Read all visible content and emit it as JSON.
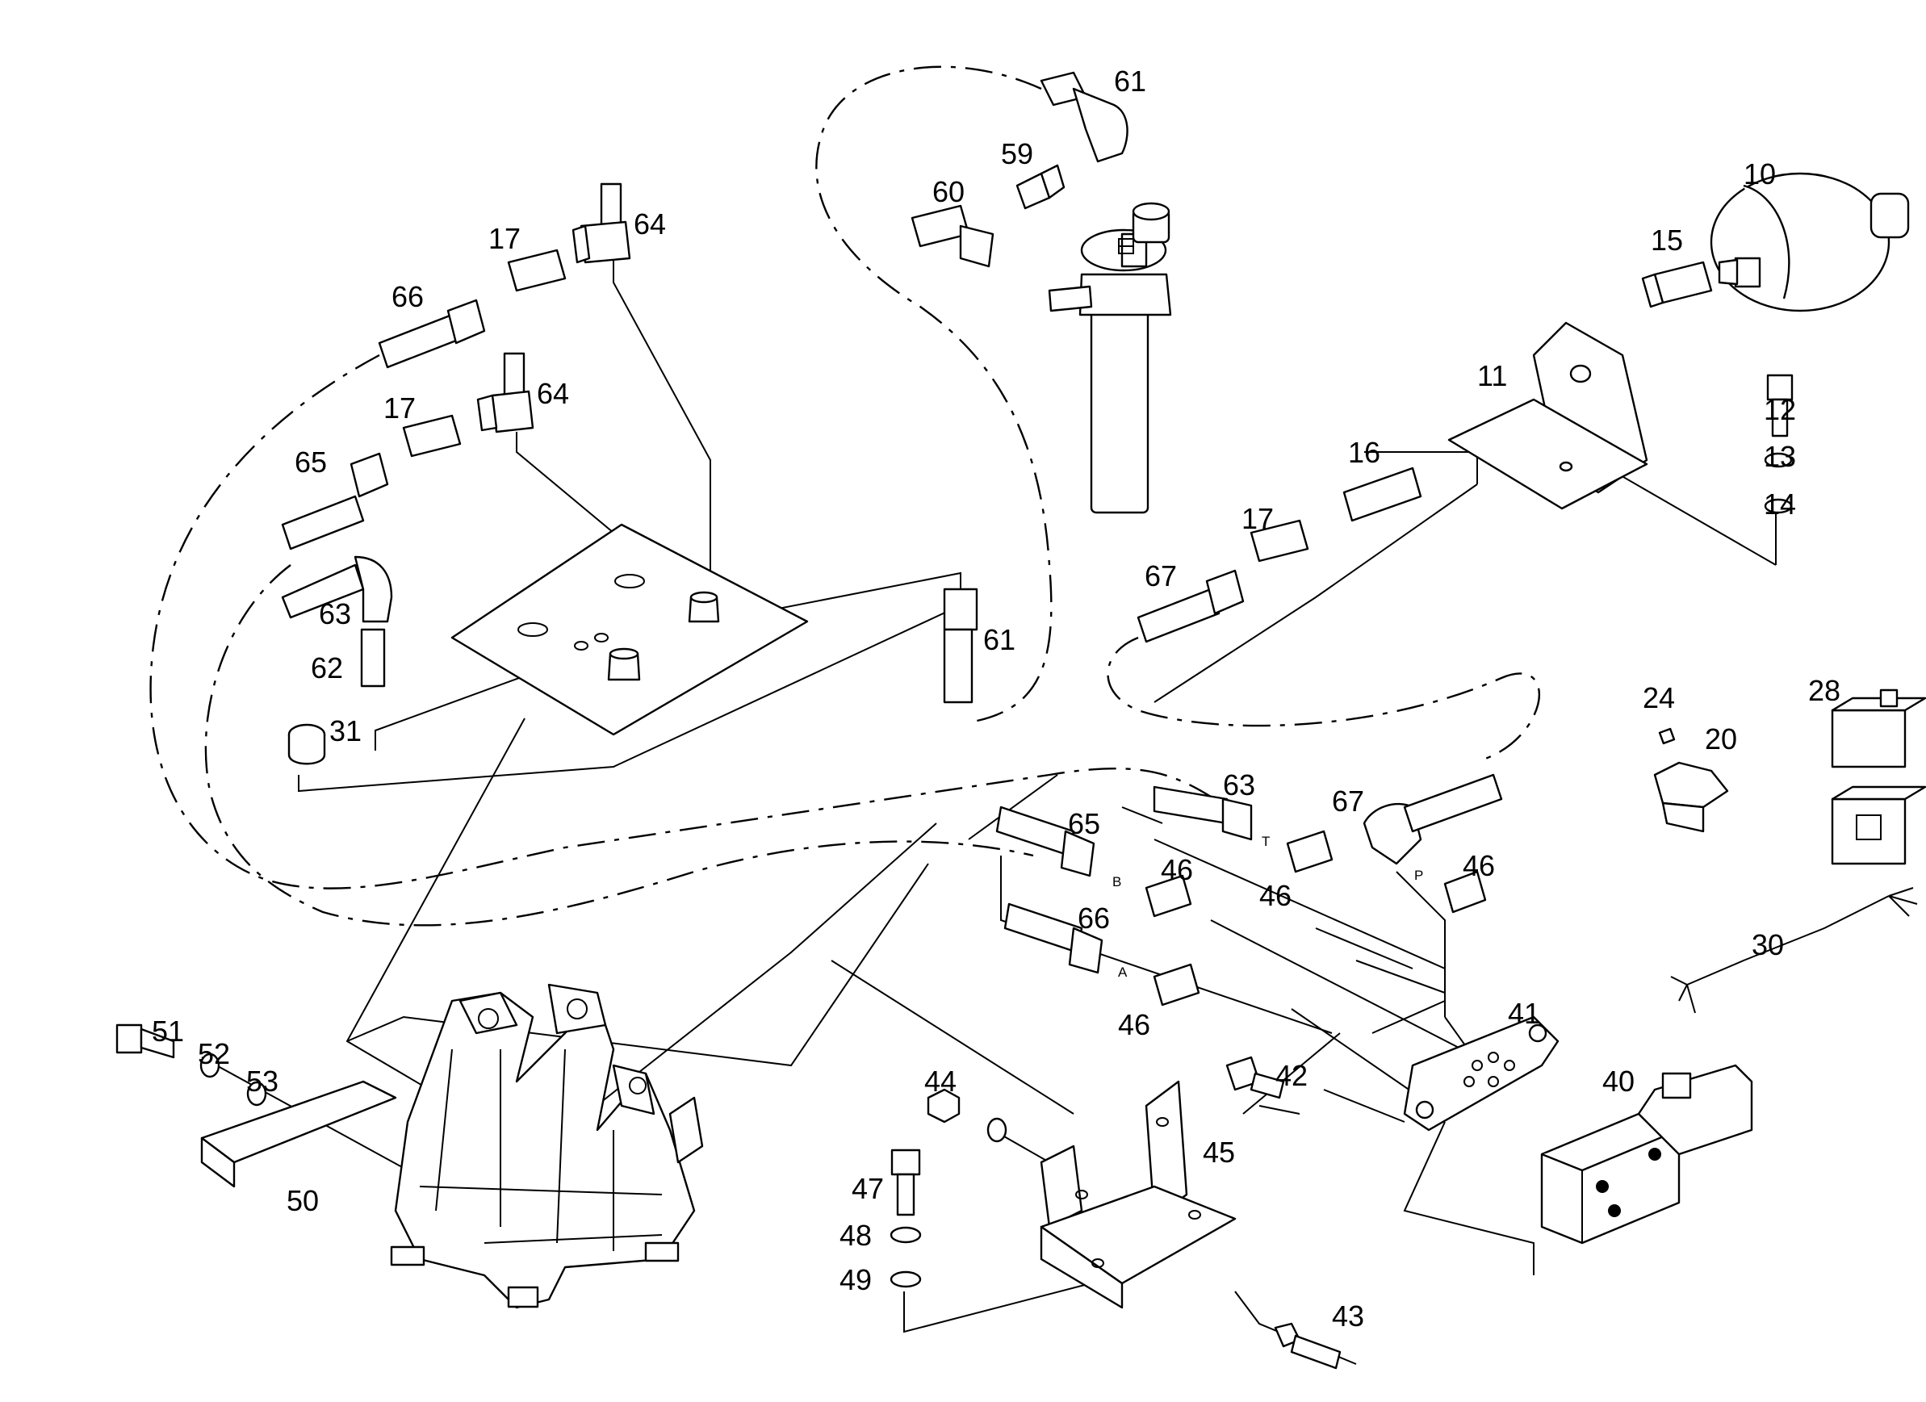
{
  "callouts": [
    {
      "id": "61a",
      "text": "61"
    },
    {
      "id": "59",
      "text": "59"
    },
    {
      "id": "60",
      "text": "60"
    },
    {
      "id": "10",
      "text": "10"
    },
    {
      "id": "17a",
      "text": "17"
    },
    {
      "id": "64a",
      "text": "64"
    },
    {
      "id": "66a",
      "text": "66"
    },
    {
      "id": "15",
      "text": "15"
    },
    {
      "id": "11",
      "text": "11"
    },
    {
      "id": "12",
      "text": "12"
    },
    {
      "id": "17b",
      "text": "17"
    },
    {
      "id": "64b",
      "text": "64"
    },
    {
      "id": "65a",
      "text": "65"
    },
    {
      "id": "13",
      "text": "13"
    },
    {
      "id": "16",
      "text": "16"
    },
    {
      "id": "14",
      "text": "14"
    },
    {
      "id": "17c",
      "text": "17"
    },
    {
      "id": "67a",
      "text": "67"
    },
    {
      "id": "63a",
      "text": "63"
    },
    {
      "id": "61b",
      "text": "61"
    },
    {
      "id": "62",
      "text": "62"
    },
    {
      "id": "31",
      "text": "31"
    },
    {
      "id": "24",
      "text": "24"
    },
    {
      "id": "28",
      "text": "28"
    },
    {
      "id": "20",
      "text": "20"
    },
    {
      "id": "63b",
      "text": "63"
    },
    {
      "id": "65b",
      "text": "65"
    },
    {
      "id": "67b",
      "text": "67"
    },
    {
      "id": "46a",
      "text": "46"
    },
    {
      "id": "46b",
      "text": "46"
    },
    {
      "id": "46c",
      "text": "46"
    },
    {
      "id": "66b",
      "text": "66"
    },
    {
      "id": "30",
      "text": "30"
    },
    {
      "id": "46d",
      "text": "46"
    },
    {
      "id": "41",
      "text": "41"
    },
    {
      "id": "51",
      "text": "51"
    },
    {
      "id": "52",
      "text": "52"
    },
    {
      "id": "53",
      "text": "53"
    },
    {
      "id": "42",
      "text": "42"
    },
    {
      "id": "40",
      "text": "40"
    },
    {
      "id": "44",
      "text": "44"
    },
    {
      "id": "45",
      "text": "45"
    },
    {
      "id": "50",
      "text": "50"
    },
    {
      "id": "47",
      "text": "47"
    },
    {
      "id": "48",
      "text": "48"
    },
    {
      "id": "49",
      "text": "49"
    },
    {
      "id": "43",
      "text": "43"
    }
  ],
  "port_labels": [
    {
      "id": "T",
      "text": "T"
    },
    {
      "id": "P",
      "text": "P"
    },
    {
      "id": "B",
      "text": "B"
    },
    {
      "id": "A",
      "text": "A"
    }
  ]
}
